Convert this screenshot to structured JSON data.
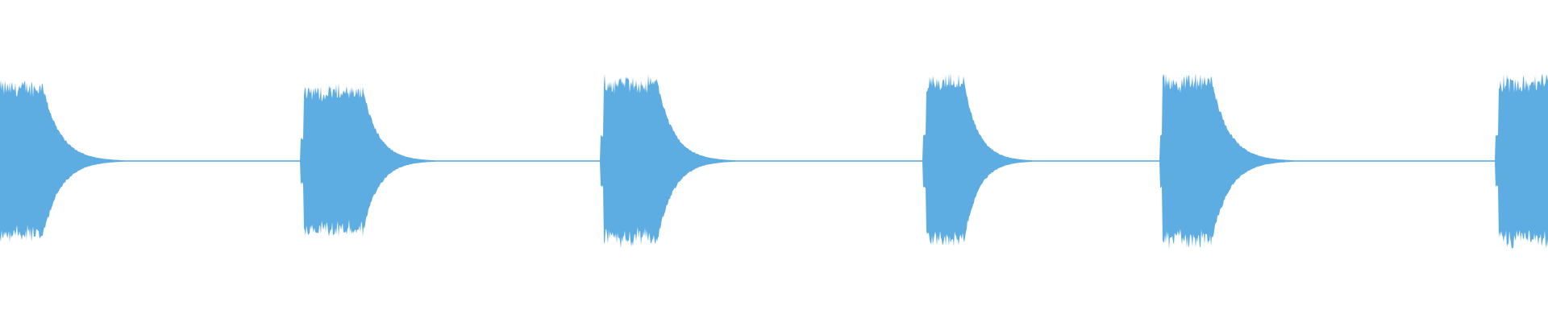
{
  "waveform": {
    "color": "#5dade2",
    "background": "#ffffff",
    "bursts": [
      {
        "start": 0.0,
        "end": 0.027,
        "amplitude": 0.52,
        "decay": 0.018
      },
      {
        "start": 0.196,
        "end": 0.234,
        "amplitude": 0.49,
        "decay": 0.016
      },
      {
        "start": 0.39,
        "end": 0.424,
        "amplitude": 0.55,
        "decay": 0.017
      },
      {
        "start": 0.598,
        "end": 0.622,
        "amplitude": 0.56,
        "decay": 0.015
      },
      {
        "start": 0.751,
        "end": 0.782,
        "amplitude": 0.56,
        "decay": 0.018
      },
      {
        "start": 0.968,
        "end": 1.0,
        "amplitude": 0.56,
        "decay": 0.012
      }
    ]
  }
}
